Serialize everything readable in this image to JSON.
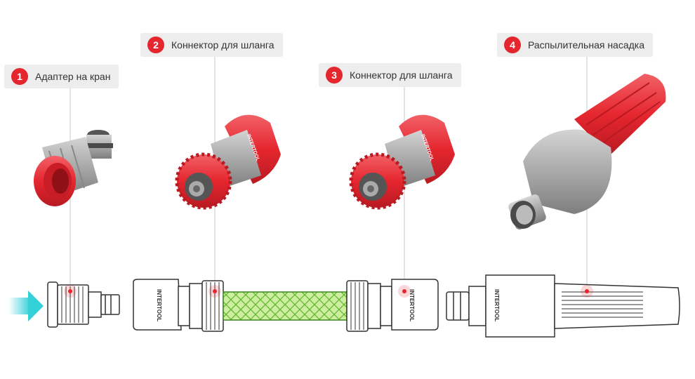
{
  "brand": "INTERTOOL",
  "colors": {
    "accent": "#e5262f",
    "callout_bg": "#ededed",
    "plastic_red": "#e8353c",
    "plastic_grey": "#a9a9a9",
    "hose_green": "#cdeea0",
    "flow_arrow": "#34d0d8"
  },
  "callouts": [
    {
      "number": "1",
      "label": "Адаптер на кран"
    },
    {
      "number": "2",
      "label": "Коннектор для шланга"
    },
    {
      "number": "3",
      "label": "Коннектор для шланга"
    },
    {
      "number": "4",
      "label": "Распылительная насадка"
    }
  ]
}
